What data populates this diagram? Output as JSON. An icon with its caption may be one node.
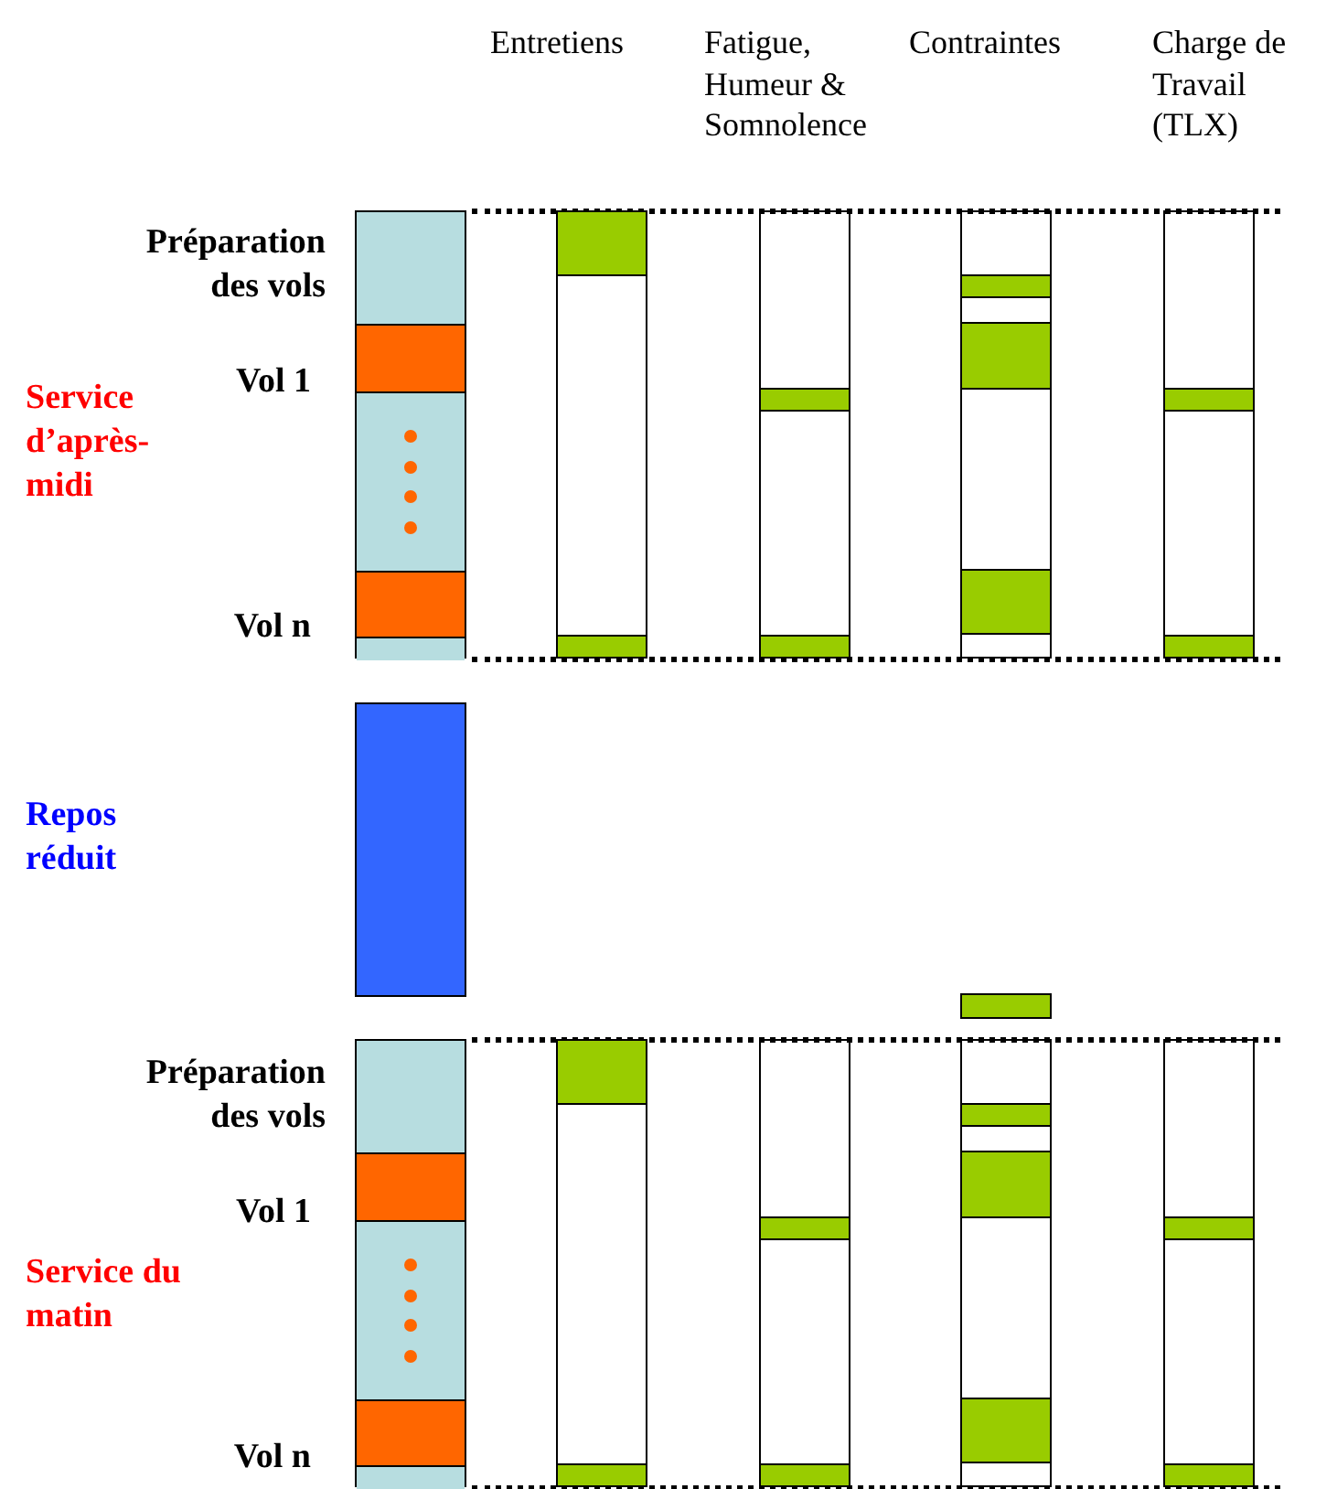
{
  "diagram": {
    "nodes": [
      {
        "text": [],
        "shape": "bar"
      }
    ],
    "labels": [
      "Entretiens",
      "Fatigue, Humeur & Somnolence",
      "Contraintes",
      "Charge de Travail (TLX)",
      "Préparation des vols",
      "Vol 1",
      "Service d’après-midi",
      "Vol n",
      "Repos réduit",
      "Préparation des vols",
      "Vol 1",
      "Service du matin",
      "Vol n"
    ]
  }
}
